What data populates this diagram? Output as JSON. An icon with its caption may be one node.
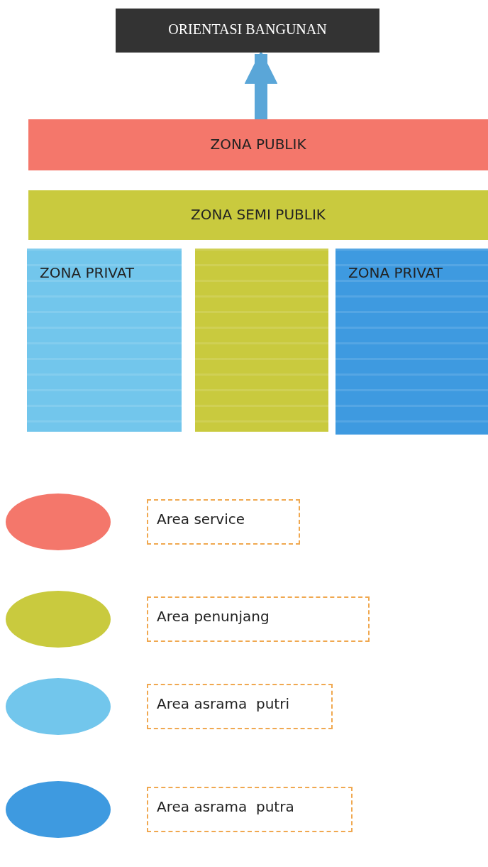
{
  "diagram": {
    "nodes": [
      {
        "text": [
          "ORIENTASI BANGUNAN"
        ]
      },
      {
        "text": [
          "ZONA PUBLIK"
        ]
      },
      {
        "text": [
          "ZONA SEMI PUBLIK"
        ]
      },
      {
        "text": [
          "ZONA PRIVAT"
        ]
      },
      {
        "text": [],
        "shape": "bar"
      },
      {
        "text": [
          "ZONA PRIVAT"
        ]
      }
    ],
    "edges": [
      {
        "from": 1,
        "to": 0,
        "arrow": "to"
      }
    ],
    "legend": [
      {
        "text": "Area service",
        "color": "#f4776b"
      },
      {
        "text": "Area penunjang",
        "color": "#c9ca3e"
      },
      {
        "text": "Area asrama  putri",
        "color": "#72c6ec"
      },
      {
        "text": "Area asrama  putra",
        "color": "#3e9ae0"
      }
    ]
  }
}
